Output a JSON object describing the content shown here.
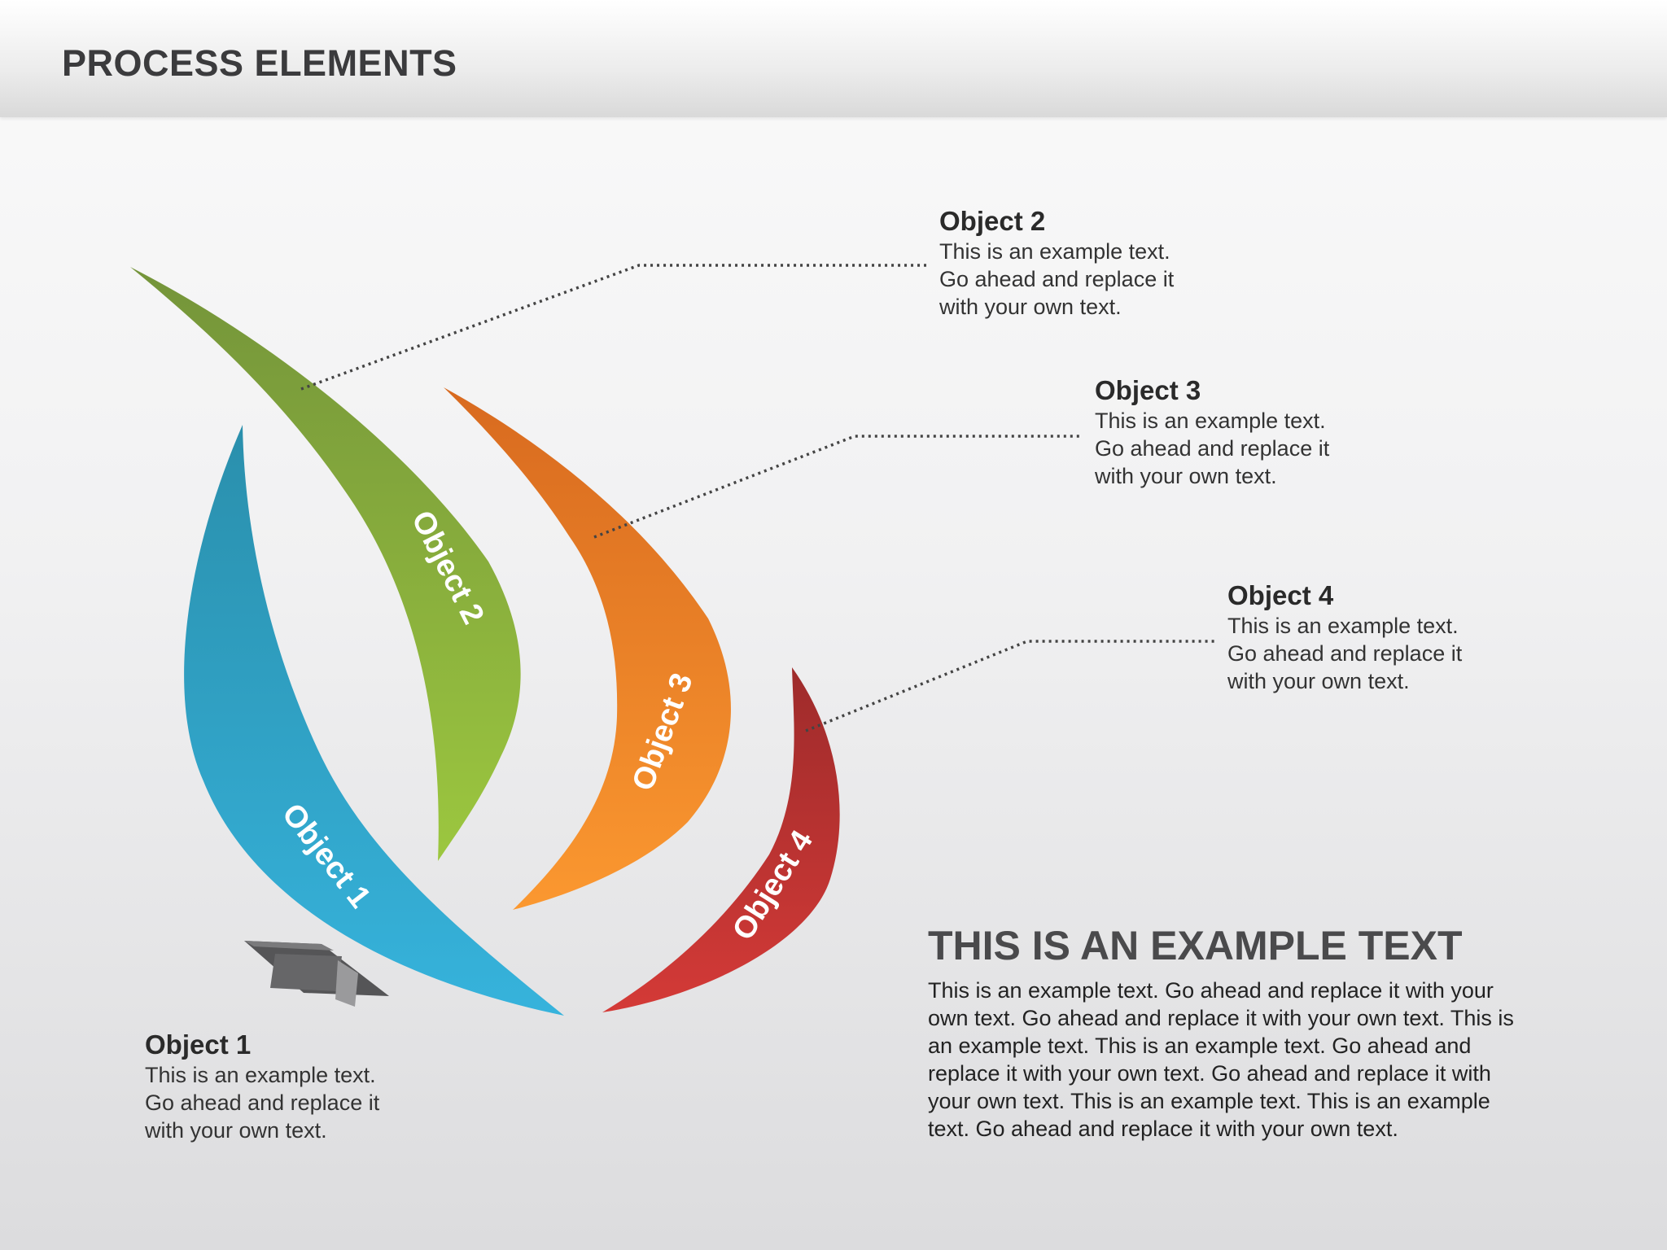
{
  "page_title": "PROCESS ELEMENTS",
  "colors": {
    "object1": "#2fa8cf",
    "object2": "#86ac3c",
    "object3": "#ee8526",
    "object4": "#b9302f",
    "cap": "#5f5f61"
  },
  "petal_labels": [
    "Object 1",
    "Object 2",
    "Object 3",
    "Object 4"
  ],
  "callouts": [
    {
      "title": "Object 2",
      "lines": [
        "This is an example text.",
        "Go ahead and replace it",
        "with your own text."
      ]
    },
    {
      "title": "Object 3",
      "lines": [
        "This is an example text.",
        "Go ahead and replace it",
        "with your own text."
      ]
    },
    {
      "title": "Object 4",
      "lines": [
        "This is an example text.",
        "Go ahead and replace it",
        "with your own text."
      ]
    },
    {
      "title": "Object 1",
      "lines": [
        "This is an example text.",
        "Go ahead and replace it",
        "with your own text."
      ]
    }
  ],
  "main": {
    "title": "THIS IS AN EXAMPLE TEXT",
    "lines": [
      "This is an example text. Go ahead and replace it with your",
      "own text. Go ahead and replace it with your own text. This is",
      "an example text. This is an example text. Go ahead and",
      "replace it with your own text. Go ahead and replace it with",
      "your own text. This is an example text. This is an example",
      "text. Go ahead and replace it with your own text."
    ]
  }
}
